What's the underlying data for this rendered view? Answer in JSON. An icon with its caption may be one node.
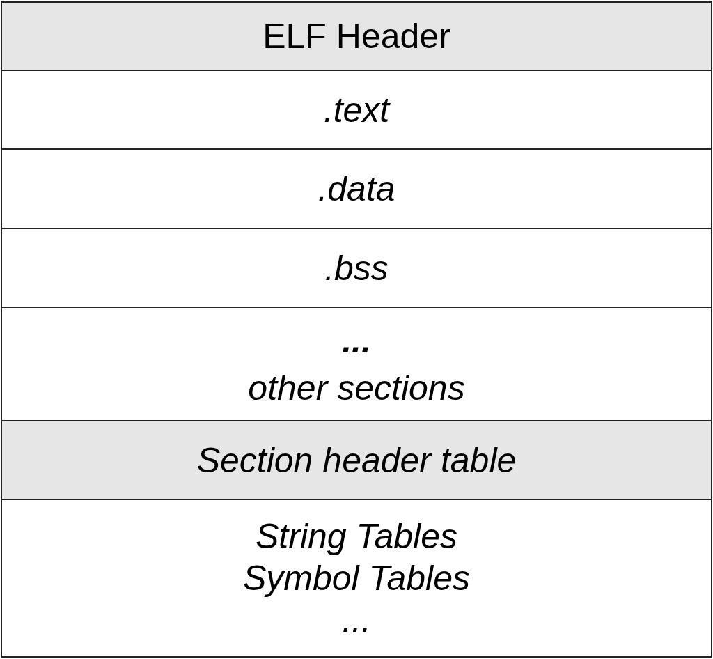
{
  "diagram": {
    "nodes": [
      {
        "text": [
          "ELF Header"
        ]
      },
      {
        "text": [
          ".text"
        ]
      },
      {
        "text": [
          ".data"
        ]
      },
      {
        "text": [
          ".bss"
        ]
      },
      {
        "text": [
          "...",
          "other sections"
        ]
      },
      {
        "text": [
          "Section header table"
        ]
      },
      {
        "text": [
          "String Tables",
          "Symbol Tables",
          "..."
        ]
      }
    ]
  }
}
